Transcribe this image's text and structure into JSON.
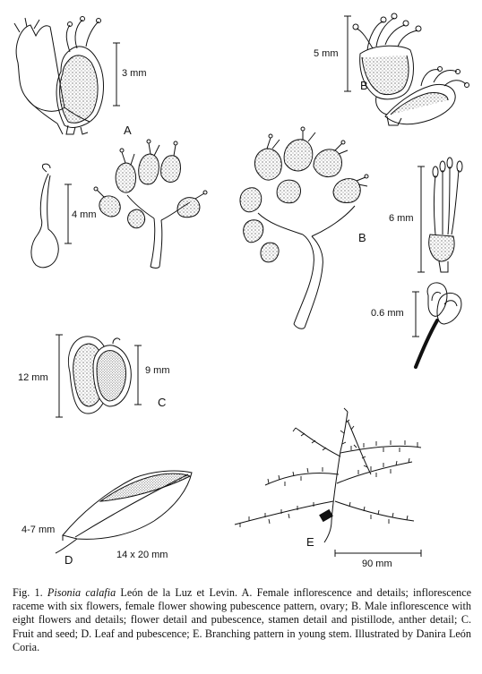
{
  "figure": {
    "scale_labels": {
      "a_flower": "3 mm",
      "b_flower": "5 mm",
      "a_ovary": "4 mm",
      "b_stamen": "6 mm",
      "b_anther": "0.6 mm",
      "c_fruit_height": "12 mm",
      "c_seed_height": "9 mm",
      "d_leaf_width": "4-7 mm",
      "d_leaf_size": "14 x 20 mm",
      "e_branch": "90 mm"
    },
    "panel_letters": {
      "a": "A",
      "b_top": "B",
      "b_main": "B",
      "c": "C",
      "d": "D",
      "e": "E"
    }
  },
  "caption": {
    "fig_label": "Fig. 1.",
    "species": "Pisonia calafia",
    "body": " León de la Luz et Levin. A. Female inflorescence and details; inflorescence raceme with six flowers, female flower showing pubescence pattern, ovary; B. Male inflorescence with eight flowers and details; flower detail and pubescence, stamen detail and pistillode, anther detail; C. Fruit and seed; D. Leaf and pubescence; E. Branching pattern in young stem. Illustrated by Danira León Coria."
  }
}
